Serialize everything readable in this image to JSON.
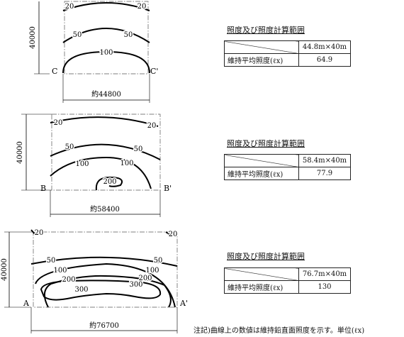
{
  "panels": [
    {
      "id": "c",
      "left_label": "C",
      "right_label": "C'",
      "width_label": "約44800",
      "height_label": "40000",
      "contours": [
        {
          "name": "contour-20",
          "labels": [
            "20",
            "20"
          ]
        },
        {
          "name": "contour-50",
          "labels": [
            "50",
            "50"
          ]
        },
        {
          "name": "contour-100",
          "labels": [
            "100"
          ]
        }
      ],
      "table": {
        "title": "照度及び照度計算範囲",
        "area": "44.8m×40m",
        "row_label": "維持平均照度(ℓx)",
        "value": "64.9"
      }
    },
    {
      "id": "b",
      "left_label": "B",
      "right_label": "B'",
      "width_label": "約58400",
      "height_label": "40000",
      "contours": [
        {
          "name": "contour-20",
          "labels": [
            "20",
            "20"
          ]
        },
        {
          "name": "contour-50",
          "labels": [
            "50",
            "50"
          ]
        },
        {
          "name": "contour-100",
          "labels": [
            "100",
            "100"
          ]
        },
        {
          "name": "contour-200",
          "labels": [
            "200"
          ]
        }
      ],
      "table": {
        "title": "照度及び照度計算範囲",
        "area": "58.4m×40m",
        "row_label": "維持平均照度(ℓx)",
        "value": "77.9"
      }
    },
    {
      "id": "a",
      "left_label": "A",
      "right_label": "A'",
      "width_label": "約76700",
      "height_label": "40000",
      "contours": [
        {
          "name": "contour-20",
          "labels": [
            "20",
            "20"
          ]
        },
        {
          "name": "contour-50",
          "labels": [
            "50",
            "50"
          ]
        },
        {
          "name": "contour-100",
          "labels": [
            "100",
            "100"
          ]
        },
        {
          "name": "contour-200",
          "labels": [
            "200",
            "200"
          ]
        },
        {
          "name": "contour-300",
          "labels": [
            "300",
            "300"
          ]
        }
      ],
      "table": {
        "title": "照度及び照度計算範囲",
        "area": "76.7m×40m",
        "row_label": "維持平均照度(ℓx)",
        "value": "130"
      }
    }
  ],
  "note": "注記)曲線上の数値は維持鉛直面照度を示す。単位(ℓx)"
}
